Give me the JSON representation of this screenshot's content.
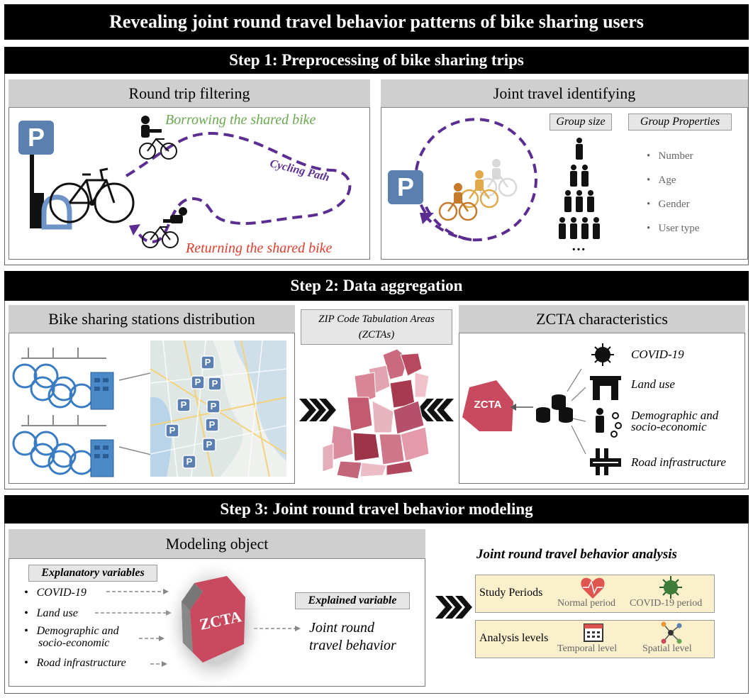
{
  "title": "Revealing joint round travel behavior patterns of bike sharing users",
  "step1": {
    "header": "Step 1: Preprocessing of bike sharing trips",
    "left": {
      "title": "Round trip filtering",
      "borrow": "Borrowing the shared bike",
      "path": "Cycling Path",
      "return": "Returning the shared bike",
      "parking": "P"
    },
    "right": {
      "title": "Joint travel identifying",
      "group_size": "Group size",
      "group_props": "Group Properties",
      "props": [
        "Number",
        "Age",
        "Gender",
        "User type"
      ],
      "ellipsis": "…",
      "parking": "P"
    }
  },
  "step2": {
    "header": "Step 2: Data aggregation",
    "left": {
      "title": "Bike sharing stations distribution",
      "marker": "P"
    },
    "middle": {
      "line1": "ZIP Code Tabulation Areas",
      "line2": "(ZCTAs)"
    },
    "right": {
      "title": "ZCTA characteristics",
      "zcta": "ZCTA",
      "items": [
        "COVID-19",
        "Land use",
        "Demographic and",
        "socio-economic",
        "Road infrastructure"
      ]
    }
  },
  "step3": {
    "header": "Step 3: Joint round travel behavior modeling",
    "left": {
      "title": "Modeling object",
      "explanatory": "Explanatory variables",
      "vars": [
        "COVID-19",
        "Land use",
        "Demographic and",
        "socio-economic",
        "Road infrastructure"
      ],
      "bullet": "•",
      "zcta": "ZCTA",
      "explained": "Explained variable",
      "out1": "Joint round",
      "out2": "travel behavior"
    },
    "right": {
      "title": "Joint round travel behavior analysis",
      "box1": {
        "label": "Study Periods",
        "a": "Normal period",
        "b": "COVID-19 period"
      },
      "box2": {
        "label": "Analysis levels",
        "a": "Temporal level",
        "b": "Spatial level"
      }
    }
  },
  "colors": {
    "purple": "#5b2d91",
    "green": "#6aa84f",
    "red": "#e03c2b",
    "parking_blue": "#5b7fae",
    "zcta_red": "#c94a5e",
    "map_bg": "#dfe7e4"
  }
}
